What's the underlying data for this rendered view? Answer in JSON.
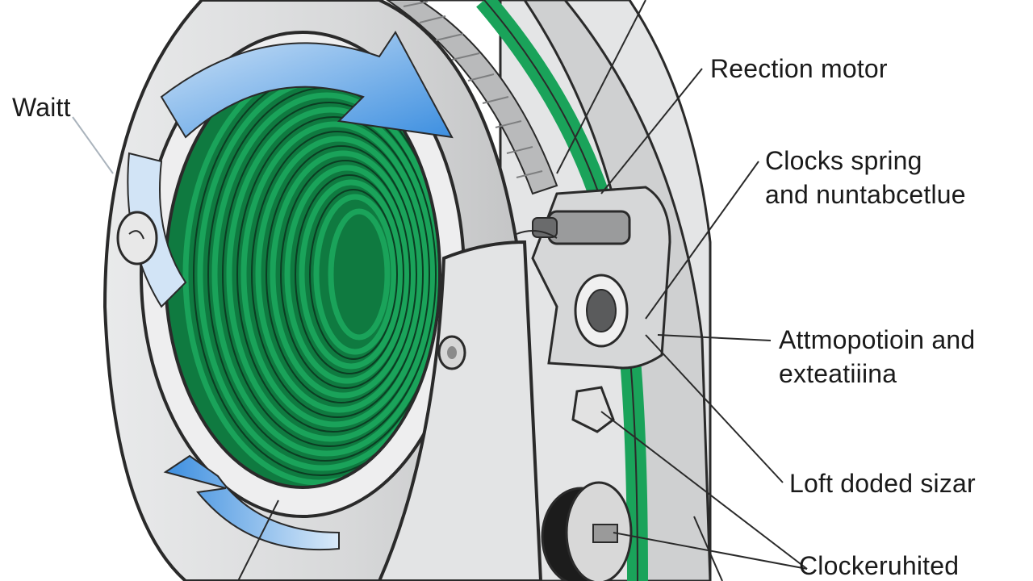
{
  "labels": {
    "wait": "Waitt",
    "reection_motor": "Reection motor",
    "clocks_spring": {
      "line1": "Clocks spring",
      "line2": "and nuntabcetlue"
    },
    "attmopotioin": {
      "line1": "Attmopotioin and",
      "line2": "exteatiiina"
    },
    "loft_doded": "Loft doded sizar",
    "clockeruhited": "Clockeruhited"
  },
  "colors": {
    "coil_green": "#1aa35a",
    "arrow_blue": "#3d8fe0",
    "housing_gray": "#d9dadb",
    "outline": "#2a2a2a"
  }
}
